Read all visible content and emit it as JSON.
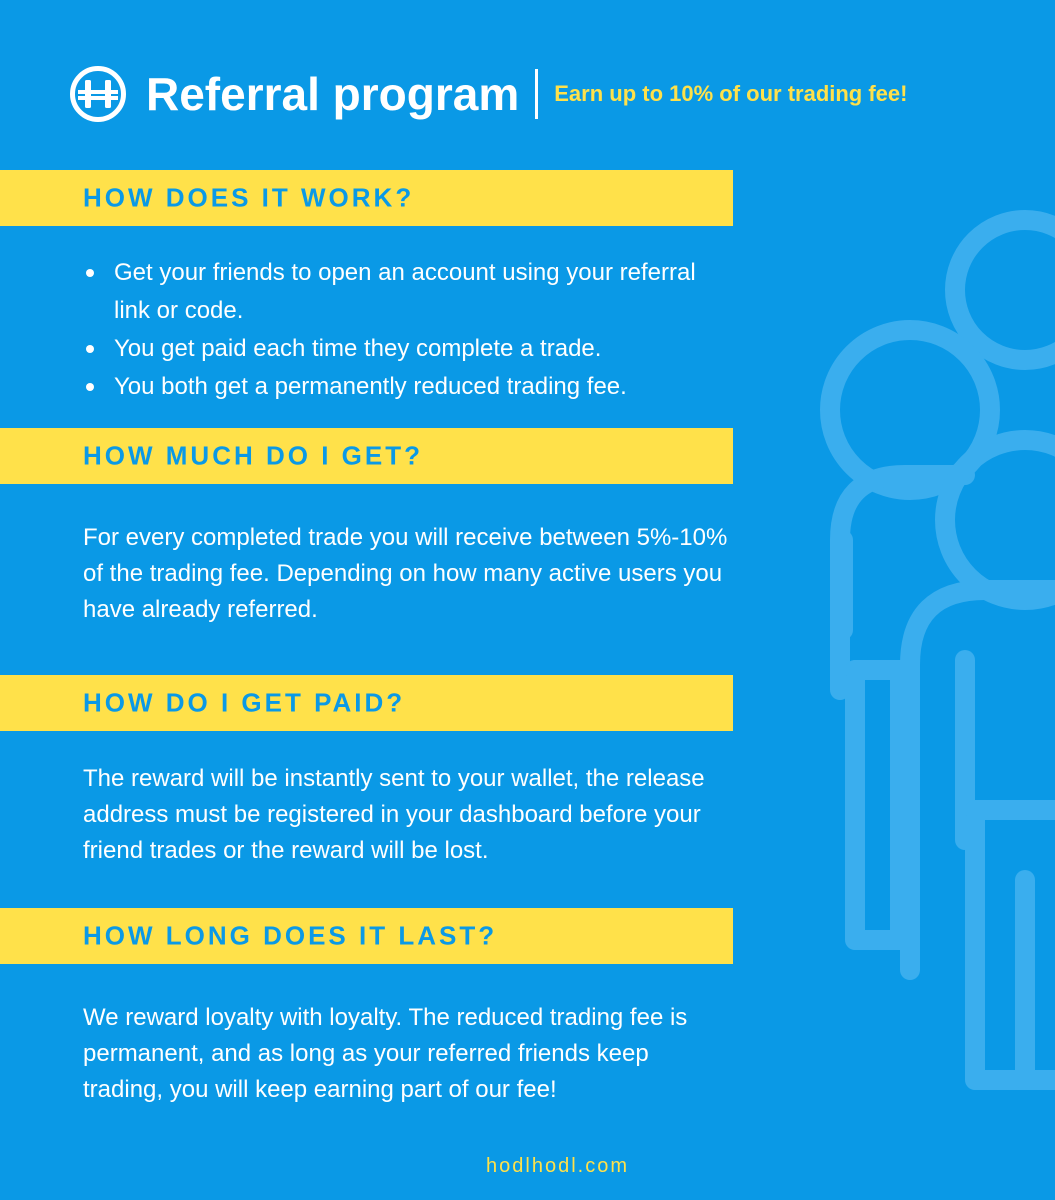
{
  "header": {
    "logo_icon": "hodlhodl-logo-icon",
    "title": "Referral program",
    "tagline": "Earn up to 10% of our trading fee!"
  },
  "sections": [
    {
      "heading": "HOW DOES IT WORK?",
      "bullets": [
        "Get your friends to open an account using your referral link or code.",
        "You get paid each time they complete a trade.",
        "You both get a permanently reduced trading fee."
      ]
    },
    {
      "heading": "HOW MUCH DO I GET?",
      "body": "For every completed trade you will receive between 5%-10% of the trading fee. Depending on how many active users you have already referred."
    },
    {
      "heading": "HOW DO I GET PAID?",
      "body": "The reward will be instantly sent to your wallet, the release address must be registered in your dashboard before your friend trades or the reward will be lost."
    },
    {
      "heading": "HOW LONG DOES IT LAST?",
      "body": "We reward loyalty with loyalty. The reduced trading fee is permanent, and as long as your referred friends keep trading, you will keep earning part of our fee!"
    }
  ],
  "footer": {
    "website": "hodlhodl.com"
  },
  "colors": {
    "background": "#0a99e6",
    "accent_yellow": "#ffe14a",
    "text": "#ffffff",
    "watermark": "#3aaeee"
  }
}
